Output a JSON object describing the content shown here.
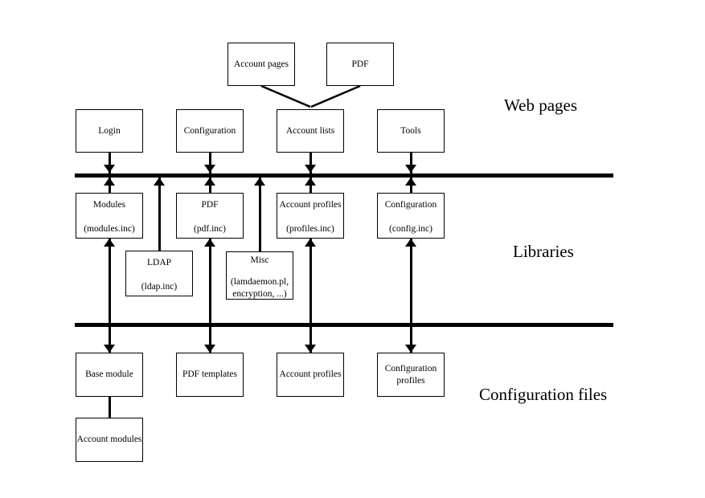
{
  "layer_labels": {
    "web_pages": "Web pages",
    "libraries": "Libraries",
    "configuration_files": "Configuration files"
  },
  "boxes": {
    "account_pages": {
      "label": "Account pages"
    },
    "pdf_page": {
      "label": "PDF"
    },
    "login": {
      "label": "Login"
    },
    "configuration_page": {
      "label": "Configuration"
    },
    "account_lists": {
      "label": "Account lists"
    },
    "tools": {
      "label": "Tools"
    },
    "modules_lib": {
      "line1": "Modules",
      "line2": "(modules.inc)"
    },
    "pdf_lib": {
      "line1": "PDF",
      "line2": "(pdf.inc)"
    },
    "account_profiles_lib": {
      "line1": "Account profiles",
      "line2": "(profiles.inc)"
    },
    "configuration_lib": {
      "line1": "Configuration",
      "line2": "(config.inc)"
    },
    "ldap_lib": {
      "line1": "LDAP",
      "line2": "(ldap.inc)"
    },
    "misc_lib": {
      "line1": "Misc",
      "line2": "(lamdaemon.pl,",
      "line3": "encryption, ...)"
    },
    "base_module": {
      "label": "Base module"
    },
    "pdf_templates": {
      "label": "PDF templates"
    },
    "account_profiles_file": {
      "label": "Account profiles"
    },
    "configuration_profiles": {
      "line1": "Configuration",
      "line2": "profiles"
    },
    "account_modules": {
      "label": "Account modules"
    }
  },
  "colors": {
    "line": "#000000",
    "background": "#ffffff"
  }
}
